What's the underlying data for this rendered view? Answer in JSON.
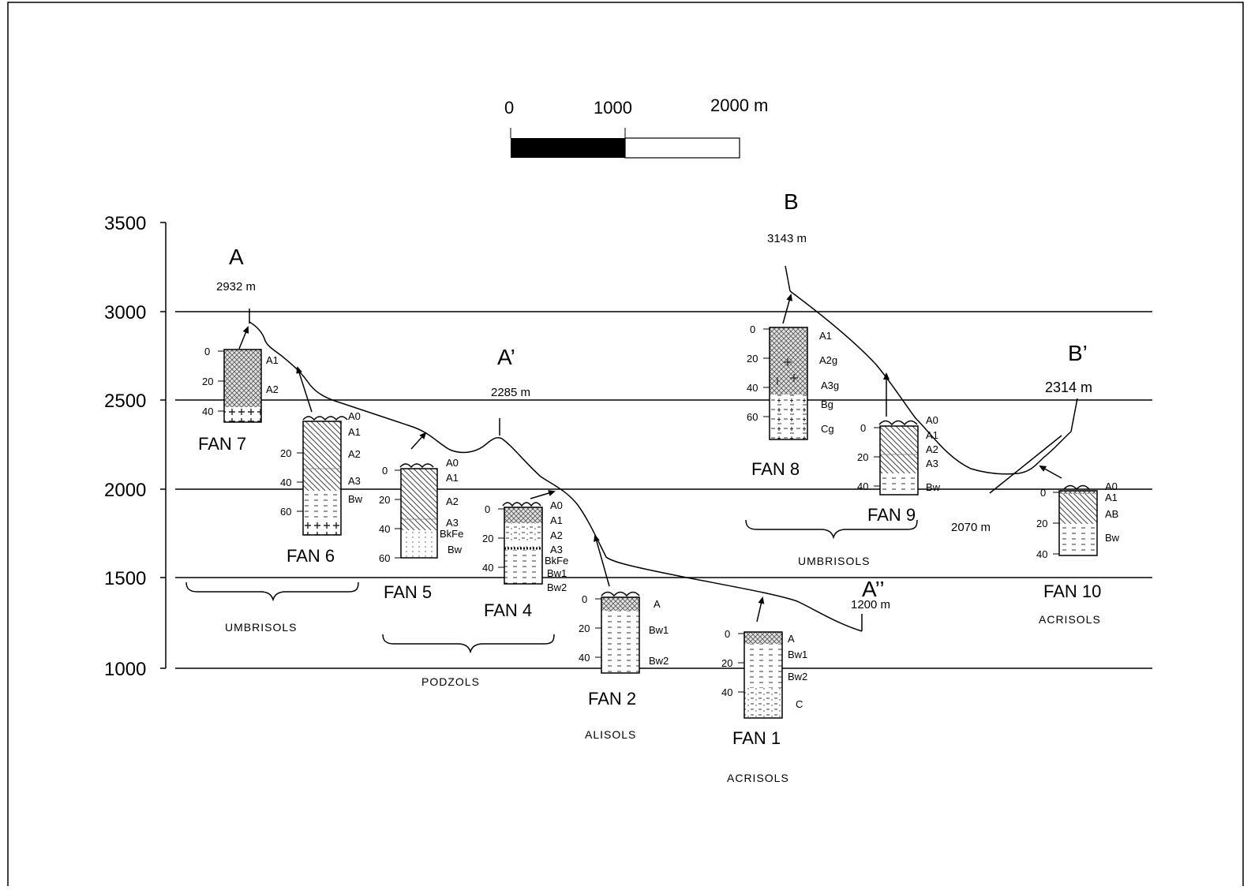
{
  "scale_bar": {
    "labels": [
      "0",
      "1000",
      "2000 m"
    ]
  },
  "y_axis": {
    "ticks": [
      "3500",
      "3000",
      "2500",
      "2000",
      "1500",
      "1000"
    ]
  },
  "points": {
    "A": {
      "label": "A",
      "elev": "2932 m"
    },
    "A_prime": {
      "label": "A’",
      "elev": "2285 m"
    },
    "A_dprime": {
      "label": "A’’",
      "elev": "1200 m"
    },
    "B": {
      "label": "B",
      "elev": "3143 m"
    },
    "B_prime": {
      "label": "B’",
      "elev": "2314 m"
    },
    "valley": {
      "elev": "2070 m"
    }
  },
  "profiles": [
    {
      "id": "FAN 7",
      "depths": [
        "0",
        "20",
        "40"
      ],
      "horizons": [
        "A1",
        "A2"
      ]
    },
    {
      "id": "FAN 6",
      "depths": [
        "20",
        "40",
        "60"
      ],
      "horizons": [
        "A0",
        "A1",
        "A2",
        "A3",
        "Bw"
      ]
    },
    {
      "id": "FAN 5",
      "depths": [
        "0",
        "20",
        "40",
        "60"
      ],
      "horizons": [
        "A0",
        "A1",
        "A2",
        "A3",
        "BkFe",
        "Bw"
      ]
    },
    {
      "id": "FAN 4",
      "depths": [
        "0",
        "20",
        "40"
      ],
      "horizons": [
        "A0",
        "A1",
        "A2",
        "A3",
        "BkFe",
        "Bw1",
        "Bw2"
      ]
    },
    {
      "id": "FAN 2",
      "depths": [
        "0",
        "20",
        "40"
      ],
      "horizons": [
        "A",
        "Bw1",
        "Bw2"
      ]
    },
    {
      "id": "FAN 1",
      "depths": [
        "0",
        "20",
        "40"
      ],
      "horizons": [
        "A",
        "Bw1",
        "Bw2",
        "C"
      ]
    },
    {
      "id": "FAN 8",
      "depths": [
        "0",
        "20",
        "40",
        "60"
      ],
      "horizons": [
        "A1",
        "A2g",
        "A3g",
        "Bg",
        "Cg"
      ]
    },
    {
      "id": "FAN 9",
      "depths": [
        "0",
        "20",
        "40"
      ],
      "horizons": [
        "A0",
        "A1",
        "A2",
        "A3",
        "Bw"
      ]
    },
    {
      "id": "FAN 10",
      "depths": [
        "0",
        "20",
        "40"
      ],
      "horizons": [
        "A0",
        "A1",
        "AB",
        "Bw"
      ]
    }
  ],
  "soil_groups": {
    "umbrisols_left": "UMBRISOLS",
    "podzols": "PODZOLS",
    "alisols": "ALISOLS",
    "acrisols_fan1": "ACRISOLS",
    "umbrisols_right": "UMBRISOLS",
    "acrisols_fan10": "ACRISOLS"
  }
}
